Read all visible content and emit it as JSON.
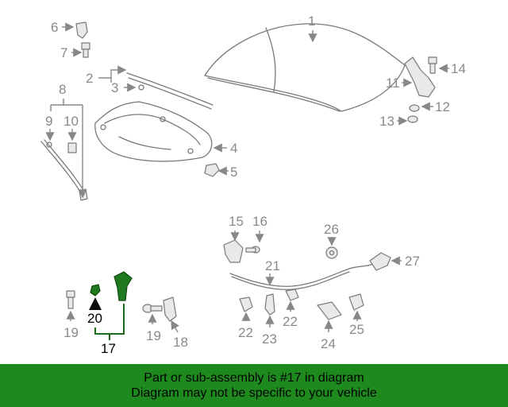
{
  "callouts": {
    "c1": "1",
    "c2": "2",
    "c3": "3",
    "c4": "4",
    "c5": "5",
    "c6": "6",
    "c7": "7",
    "c8": "8",
    "c9": "9",
    "c10": "10",
    "c11": "11",
    "c12": "12",
    "c13": "13",
    "c14": "14",
    "c15": "15",
    "c16": "16",
    "c17": "17",
    "c18": "18",
    "c19a": "19",
    "c19b": "19",
    "c20": "20",
    "c21": "21",
    "c22a": "22",
    "c22b": "22",
    "c23": "23",
    "c24": "24",
    "c25": "25",
    "c26": "26",
    "c27": "27"
  },
  "banner": {
    "line1": "Part or sub-assembly is #17 in diagram",
    "line2": "Diagram may not be specific to your vehicle"
  },
  "colors": {
    "banner_bg": "#1e8a1e",
    "highlight_part": "#1f7a1f",
    "part_line": "#7a7a7a",
    "callout_text": "#8a8a8a"
  },
  "highlighted_part": "17"
}
